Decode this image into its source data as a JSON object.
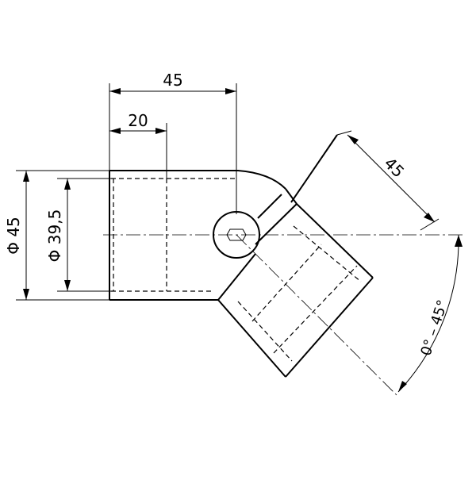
{
  "drawing": {
    "type": "technical-drawing",
    "subject": "adjustable pipe elbow connector",
    "dimensions": {
      "overall_length": "45",
      "insert_depth": "20",
      "outer_diameter": "Φ 45",
      "inner_diameter": "Φ 39,5",
      "branch_length": "45",
      "angle_range": "0° – 45°"
    }
  }
}
